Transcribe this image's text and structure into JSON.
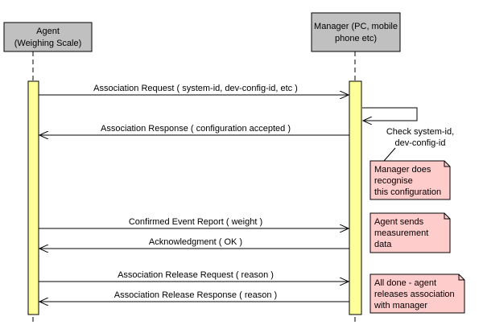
{
  "participants": {
    "agent": {
      "line1": "Agent",
      "line2": "(Weighing Scale)"
    },
    "manager": {
      "line1": "Manager (PC, mobile",
      "line2": "phone etc)"
    }
  },
  "messages": [
    {
      "label": "Association Request ( system-id, dev-config-id, etc )",
      "direction": "to-manager"
    },
    {
      "label": "Association Response ( configuration accepted )",
      "direction": "to-agent"
    },
    {
      "label": "Confirmed Event Report ( weight )",
      "direction": "to-manager"
    },
    {
      "label": "Acknowledgment ( OK )",
      "direction": "to-agent"
    },
    {
      "label": "Association Release Request ( reason )",
      "direction": "to-manager"
    },
    {
      "label": "Association Release Response ( reason )",
      "direction": "to-agent"
    }
  ],
  "self_message": {
    "line1": "Check system-id,",
    "line2": "dev-config-id"
  },
  "notes": [
    {
      "lines": [
        "Manager does",
        "recognise",
        "this configuration"
      ]
    },
    {
      "lines": [
        "Agent sends",
        "measurement",
        "data"
      ]
    },
    {
      "lines": [
        "All done - agent",
        "releases association",
        "with manager"
      ]
    }
  ],
  "colors": {
    "participant_fill": "#c0c0c0",
    "activation_fill": "#ffff99",
    "note_fill": "#ffcccc"
  }
}
